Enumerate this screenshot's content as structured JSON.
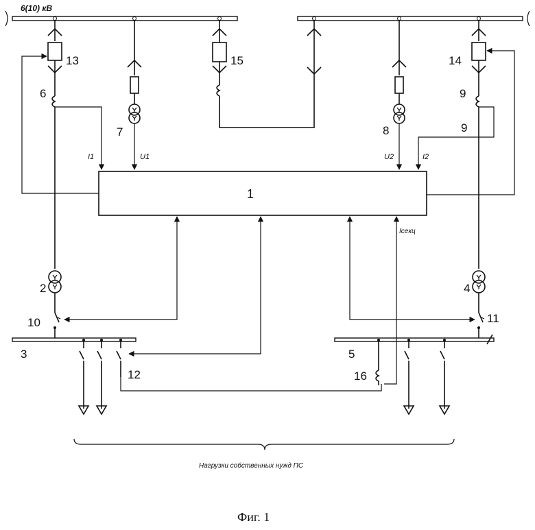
{
  "voltage_label": "6(10) кВ",
  "labels": {
    "n1": "1",
    "n2": "2",
    "n3": "3",
    "n4": "4",
    "n5": "5",
    "n6": "6",
    "n7": "7",
    "n8": "8",
    "n9a": "9",
    "n9b": "9",
    "n10": "10",
    "n11": "11",
    "n12": "12",
    "n13": "13",
    "n14": "14",
    "n15": "15",
    "n16": "16"
  },
  "signals": {
    "i1": "I1",
    "u1": "U1",
    "u2": "U2",
    "i2": "I2",
    "isec": "Iсекц"
  },
  "loads_caption": "Нагрузки собственных нужд ПС",
  "figure_caption": "Фиг. 1"
}
